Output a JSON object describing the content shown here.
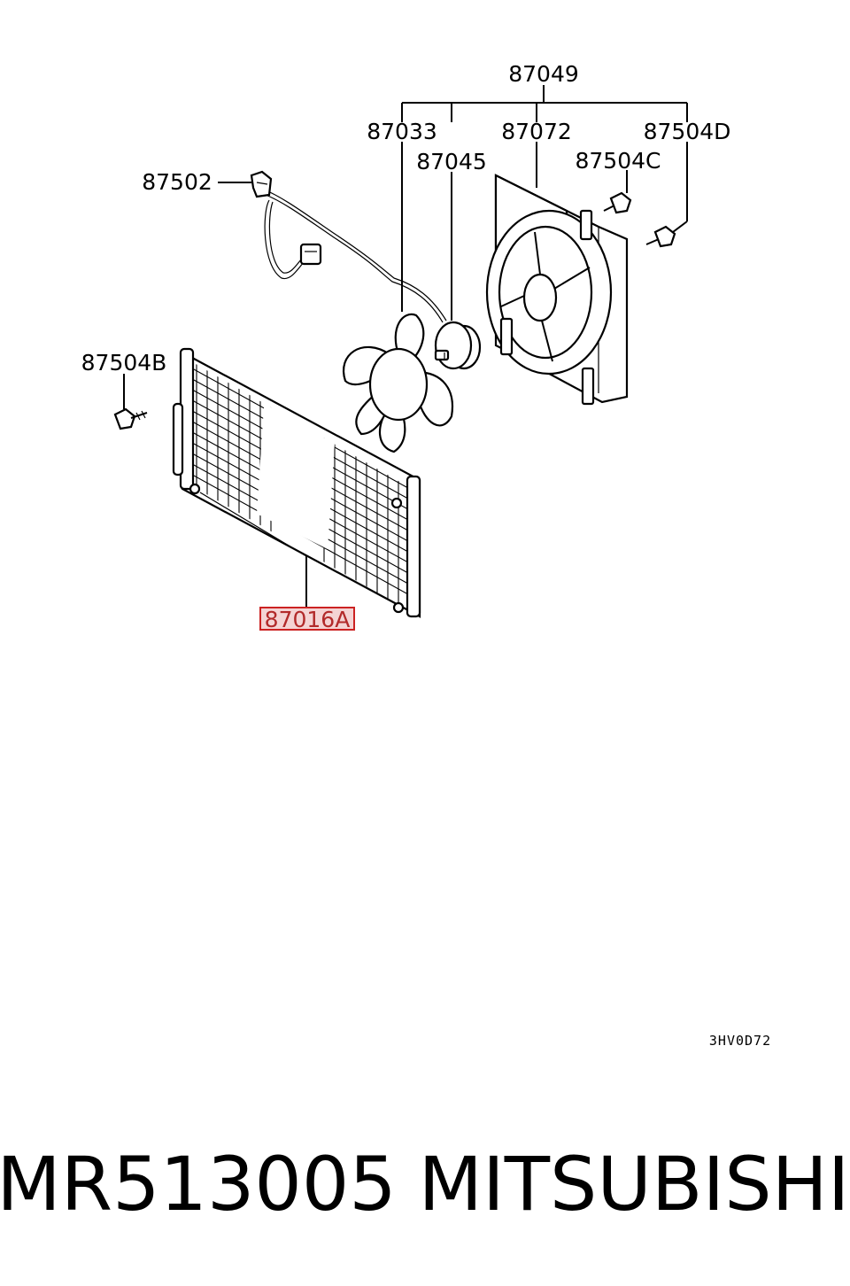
{
  "callouts": {
    "assembly": "87049",
    "fan_blade": "87033",
    "fan_motor": "87045",
    "shroud": "87072",
    "bolt_d": "87504D",
    "bolt_c": "87504C",
    "clamp": "87502",
    "bolt_b": "87504B",
    "condenser": "87016A"
  },
  "diagram_code": "3HV0D72",
  "part_number": "MR513005",
  "brand": "MITSUBISHI",
  "colors": {
    "highlight": "#cc2222",
    "highlight_fill": "#f4d4d4"
  }
}
